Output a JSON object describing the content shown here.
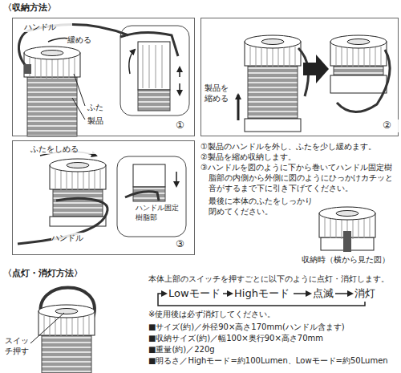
{
  "diagram": {
    "nodes": [
      {
        "text": [
          "ハンドル",
          "緩める",
          "ふた",
          "製品",
          "①"
        ]
      },
      {
        "text": [
          "製品を縮める",
          "②"
        ]
      },
      {
        "text": [
          "ふたをしめる",
          "ハンドル",
          "ハンドル固定樹脂部",
          "③"
        ]
      }
    ],
    "labels": [
      "〈収納方法〉",
      "①製品のハンドルを外し、ふたを少し緩めます。",
      "②製品を縮め収納します。",
      "③ハンドルを図のように下から巻いてハンドル固定樹脂部の内側から外側に図のようにひっかけカチッと音がするまで下に引き下げてください。",
      "最後に本体のふたをしっかり閉めてください。",
      "収納時（横から見た図）",
      "〈点灯・消灯方法〉",
      "本体上部のスイッチを押すごとに以下のように点灯・消灯します。",
      "Lowモード",
      "Highモード",
      "点滅",
      "消灯",
      "※使用後は必ず消灯してください。",
      "スイッチ押す",
      "■サイズ(約)／外径90×高さ170mm(ハンドル含ます)",
      "■収納サイズ(約)／幅100×奥行90×高さ70mm",
      "■重量(約)／220g",
      "■明るさ／Highモード=約100Lumen、Lowモード=約50Lumen"
    ]
  }
}
